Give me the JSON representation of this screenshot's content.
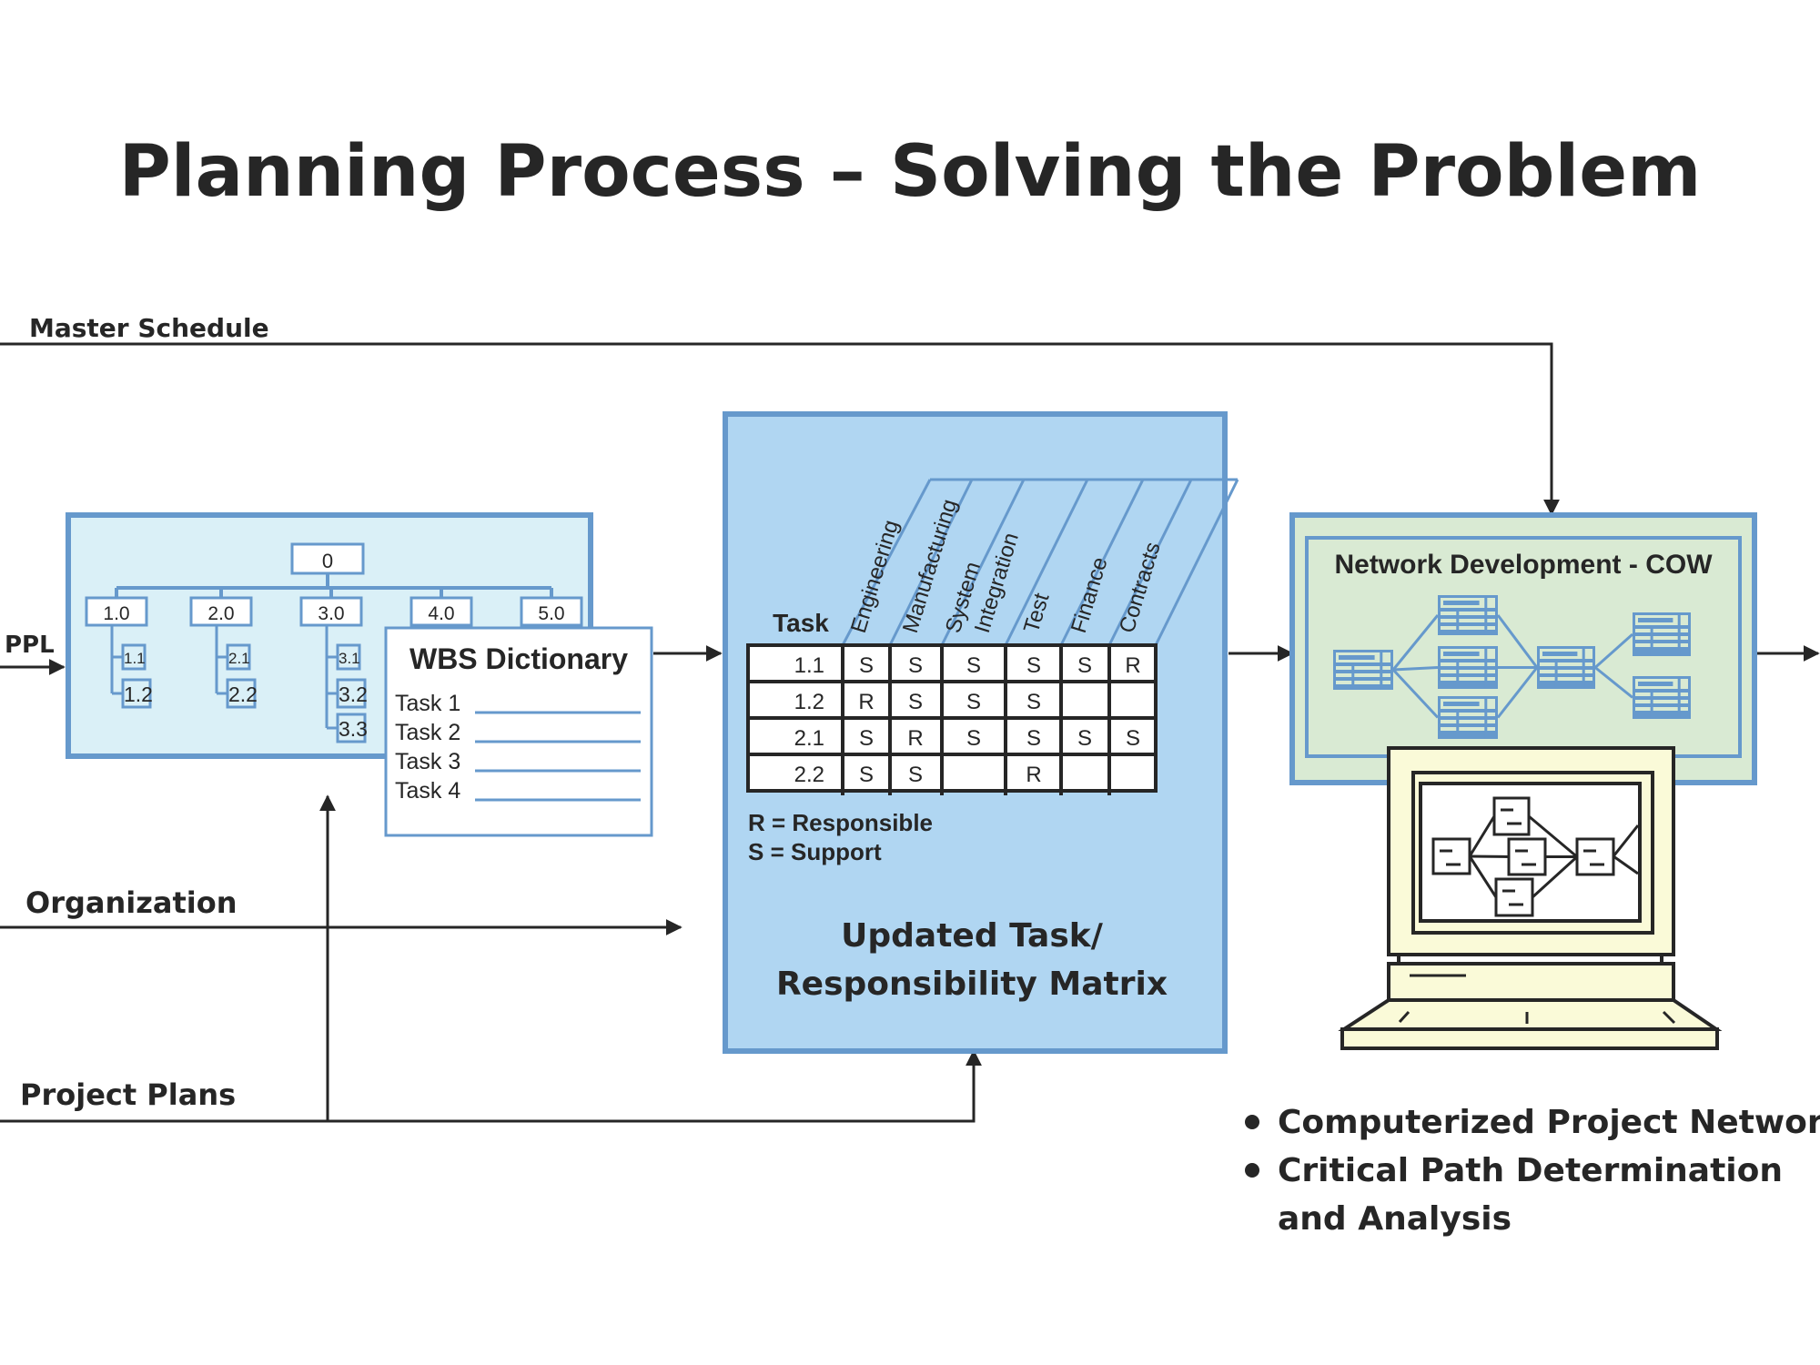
{
  "title": "Planning Process – Solving the Problem",
  "colors": {
    "ink": "#262626",
    "blue_border": "#6699cc",
    "wbs_fill": "#daf0f7",
    "matrix_fill": "#b0d6f2",
    "network_fill": "#d9ead3",
    "computer_fill": "#fafad8",
    "white": "#ffffff"
  },
  "flow_labels": {
    "master_schedule": "Master Schedule",
    "ppl": "PPL",
    "organization": "Organization",
    "project_plans": "Project Plans"
  },
  "wbs": {
    "root": "0",
    "level1": [
      "1.0",
      "2.0",
      "3.0",
      "4.0",
      "5.0"
    ],
    "children": {
      "1.0": [
        "1.1",
        "1.2"
      ],
      "2.0": [
        "2.1",
        "2.2"
      ],
      "3.0": [
        "3.1",
        "3.2",
        "3.3"
      ]
    }
  },
  "wbs_dictionary": {
    "title": "WBS Dictionary",
    "tasks": [
      "Task 1",
      "Task 2",
      "Task 3",
      "Task 4"
    ]
  },
  "matrix": {
    "task_header": "Task",
    "columns": [
      "Engineering",
      "Manufacturing",
      "System Integration",
      "Test",
      "Finance",
      "Contracts"
    ],
    "rows": [
      {
        "task": "1.1",
        "cells": [
          "S",
          "S",
          "S",
          "S",
          "S",
          "R"
        ]
      },
      {
        "task": "1.2",
        "cells": [
          "R",
          "S",
          "S",
          "S",
          "",
          ""
        ]
      },
      {
        "task": "2.1",
        "cells": [
          "S",
          "R",
          "S",
          "S",
          "S",
          "S"
        ]
      },
      {
        "task": "2.2",
        "cells": [
          "S",
          "S",
          "",
          "R",
          "",
          ""
        ]
      }
    ],
    "legend": [
      "R = Responsible",
      "S = Support"
    ],
    "caption": [
      "Updated Task/",
      "Responsibility Matrix"
    ]
  },
  "network": {
    "title": "Network Development - COW"
  },
  "bullets": [
    "Computerized Project Network",
    "Critical Path Determination",
    "and Analysis"
  ]
}
